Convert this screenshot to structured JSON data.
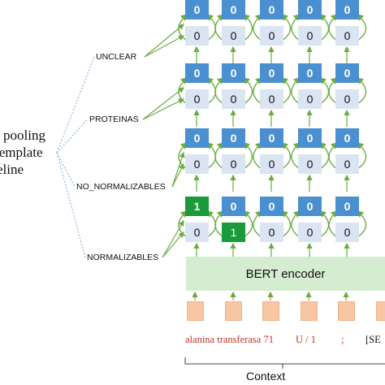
{
  "heading_lines": [
    "pooling",
    "template",
    "eline"
  ],
  "labels": [
    "UNCLEAR",
    "PROTEINAS",
    "NO_NORMALIZABLES",
    "NORMALIZABLES"
  ],
  "rows": [
    {
      "top": [
        "0",
        "0",
        "0",
        "0",
        "0"
      ],
      "bottom": [
        "0",
        "0",
        "0",
        "0",
        "0"
      ]
    },
    {
      "top": [
        "0",
        "0",
        "0",
        "0",
        "0"
      ],
      "bottom": [
        "0",
        "0",
        "0",
        "0",
        "0"
      ]
    },
    {
      "top": [
        "0",
        "0",
        "0",
        "0",
        "0"
      ],
      "bottom": [
        "0",
        "0",
        "0",
        "0",
        "0"
      ]
    },
    {
      "top": [
        "1",
        "0",
        "0",
        "0",
        "0"
      ],
      "bottom": [
        "0",
        "1",
        "0",
        "0",
        "0"
      ]
    }
  ],
  "bert": {
    "label": "BERT encoder"
  },
  "context_tokens": [
    "alanina transferasa 71",
    "U / 1",
    ";",
    "[SE"
  ],
  "context_title": "Context",
  "colors": {
    "top_cell": "#4a8fcf",
    "bottom_cell": "#dbe4f2",
    "active": "#1a9a3a",
    "arrow": "#6cab44",
    "dashed": "#8fb6df",
    "token_text": "#c0352b",
    "bert_bg": "#d6ecd0",
    "embedding": "#f7c7a3"
  }
}
